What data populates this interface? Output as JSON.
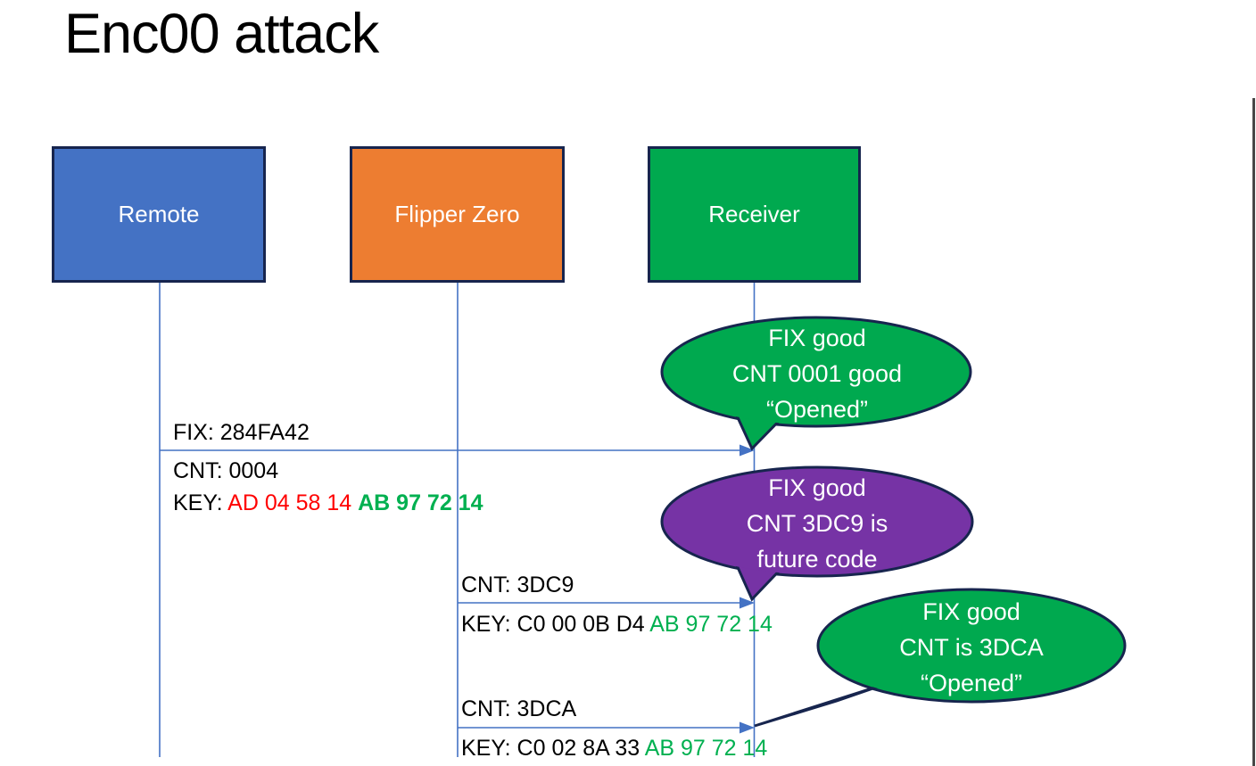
{
  "title": "Enc00 attack",
  "actors": [
    {
      "label": "Remote"
    },
    {
      "label": "Flipper Zero"
    },
    {
      "label": "Receiver"
    }
  ],
  "messages": [
    {
      "above": "FIX: 284FA42",
      "cnt": "CNT: 0004",
      "key_label": "KEY: ",
      "key_red": "AD 04 58 14 ",
      "key_green": "AB 97 72 14"
    },
    {
      "above": "CNT: 3DC9",
      "key_black": "KEY: C0 00 0B D4 ",
      "key_green": "AB 97 72 14"
    },
    {
      "above": "CNT: 3DCA",
      "key_black": "KEY: C0 02 8A 33 ",
      "key_green": "AB 97 72 14"
    }
  ],
  "callouts": [
    {
      "color": "green",
      "lines": [
        "FIX good",
        "CNT 0001 good",
        "“Opened”"
      ]
    },
    {
      "color": "purple",
      "lines": [
        "FIX good",
        "CNT 3DC9 is",
        "future code"
      ]
    },
    {
      "color": "green",
      "lines": [
        "FIX good",
        "CNT is 3DCA",
        "“Opened”"
      ]
    }
  ],
  "colors": {
    "actor_blue": "#4472C4",
    "actor_orange": "#ED7D31",
    "actor_green": "#00A94F",
    "callout_green": "#00A94F",
    "callout_purple": "#7633A5",
    "shape_outline": "#17254E",
    "connector_blue": "#4472C4",
    "key_red": "#FF0000",
    "key_green": "#00B050",
    "text_black": "#000000",
    "bubble_text_white": "#FFFFFF"
  }
}
